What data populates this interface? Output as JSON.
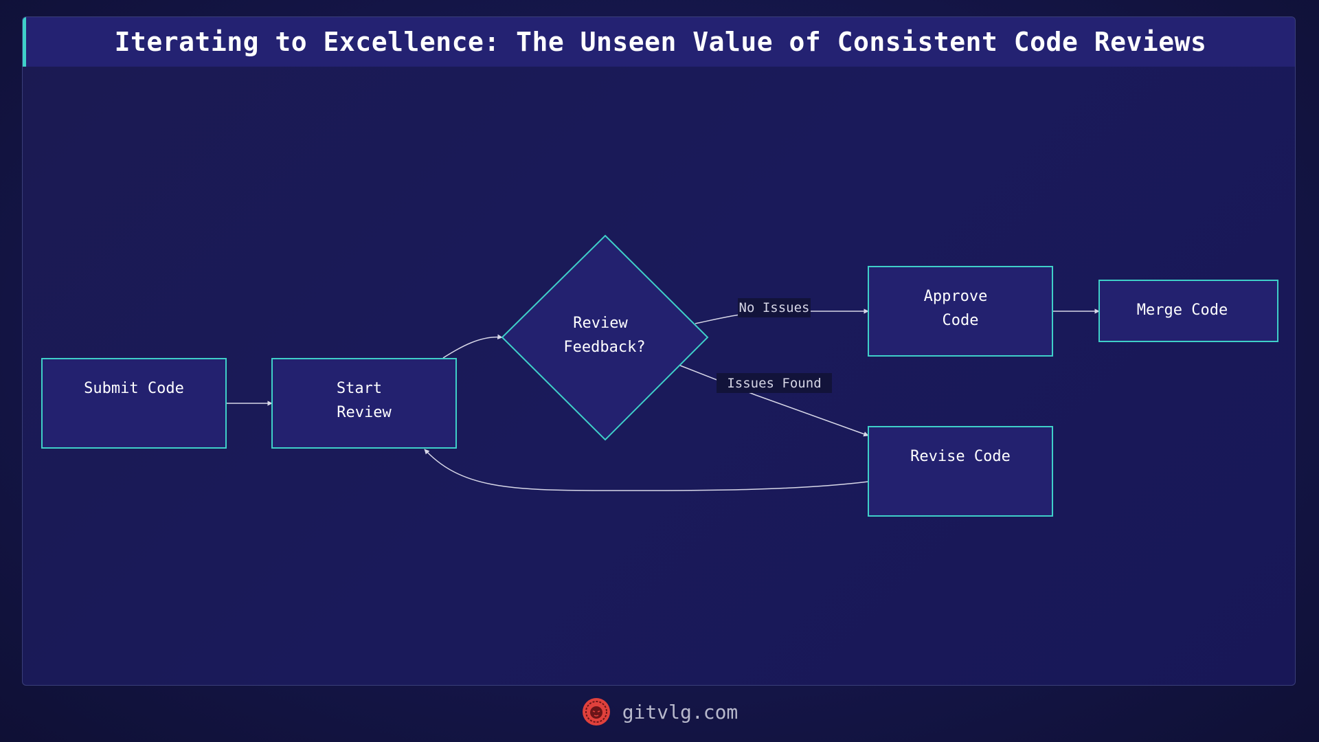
{
  "title": "Iterating to Excellence: The Unseen Value of Consistent Code Reviews",
  "nodes": {
    "submit": {
      "lines": [
        "Submit Code"
      ]
    },
    "start_review": {
      "lines": [
        "Start",
        "Review"
      ]
    },
    "decision": {
      "lines": [
        "Review",
        "Feedback?"
      ]
    },
    "approve": {
      "lines": [
        "Approve",
        "Code"
      ]
    },
    "merge": {
      "lines": [
        "Merge Code"
      ]
    },
    "revise": {
      "lines": [
        "Revise Code"
      ]
    }
  },
  "edges": {
    "no_issues": "No Issues",
    "issues_found": "Issues Found"
  },
  "footer": {
    "site": "gitvlg.com",
    "logo_icon": "lion-logo-icon"
  },
  "colors": {
    "node_fill": "#23216f",
    "node_stroke": "#3fd0c9",
    "edge": "#d8d8e8",
    "title_bar": "#242272",
    "accent": "#3fd0c9",
    "logo": "#e0413c"
  }
}
